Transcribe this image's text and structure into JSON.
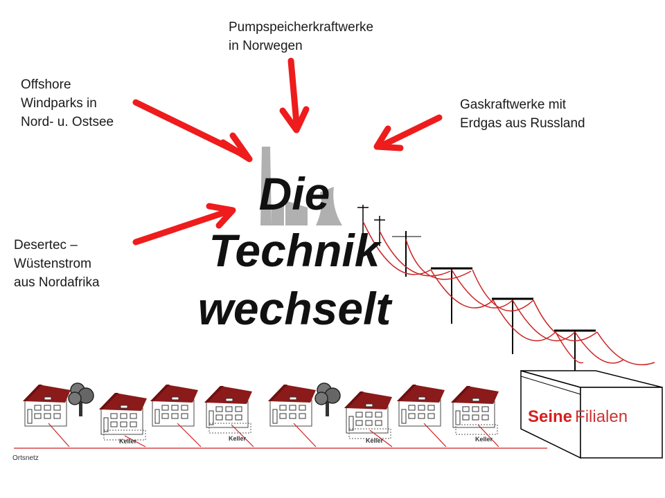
{
  "labels": {
    "pump": "Pumpspeicherkraftwerke\nin Norwegen",
    "offshore": "Offshore\nWindparks in\nNord- u. Ostsee",
    "gas": "Gaskraftwerke mit\nErdgas aus Russland",
    "desertec": "Desertec –\nWüstenstrom\naus Nordafrika"
  },
  "title": {
    "line1": "Die",
    "line2": "Technik",
    "line3": "wechselt"
  },
  "store": {
    "word1": "Seine",
    "word2": "Filialen"
  },
  "houses": {
    "cellar_label": "Keller",
    "grid_label": "Ortsnetz"
  },
  "colors": {
    "arrow": "#ee1c1c",
    "roof": "#8b1a1a",
    "line": "#cc2222",
    "factory": "#b0b0b0",
    "store_seine": "#d81e1e",
    "store_filialen": "#cc3333"
  }
}
